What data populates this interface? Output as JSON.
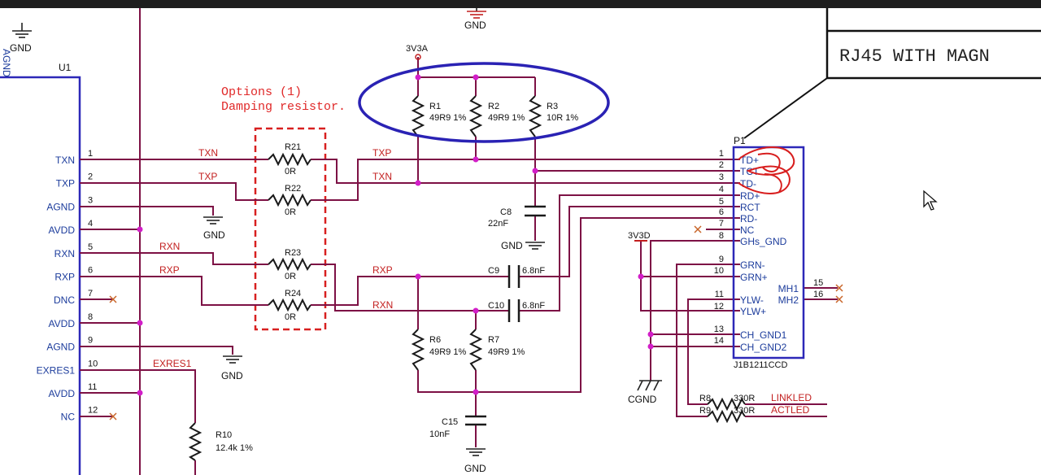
{
  "title_block": {
    "title": "RJ45 WITH MAGN"
  },
  "annotation": {
    "line1": "Options (1)",
    "line2": "Damping resistor."
  },
  "u1": {
    "ref": "U1",
    "side_label": "AGND",
    "pins": [
      {
        "num": "1",
        "name": "TXN"
      },
      {
        "num": "2",
        "name": "TXP"
      },
      {
        "num": "3",
        "name": "AGND"
      },
      {
        "num": "4",
        "name": "AVDD"
      },
      {
        "num": "5",
        "name": "RXN"
      },
      {
        "num": "6",
        "name": "RXP"
      },
      {
        "num": "7",
        "name": "DNC"
      },
      {
        "num": "8",
        "name": "AVDD"
      },
      {
        "num": "9",
        "name": "AGND"
      },
      {
        "num": "10",
        "name": "EXRES1"
      },
      {
        "num": "11",
        "name": "AVDD"
      },
      {
        "num": "12",
        "name": "NC"
      }
    ]
  },
  "p1": {
    "ref": "P1",
    "part": "J1B1211CCD",
    "pins": [
      {
        "num": "1",
        "name": "TD+"
      },
      {
        "num": "2",
        "name": "TCT"
      },
      {
        "num": "3",
        "name": "TD-"
      },
      {
        "num": "4",
        "name": ""
      },
      {
        "num": "5",
        "name": "RD+"
      },
      {
        "num": "6",
        "name": "RCT"
      },
      {
        "num": "7",
        "name": "RD-"
      },
      {
        "num": "8",
        "name": "NC"
      },
      {
        "num": "",
        "name": "GHs_GND"
      },
      {
        "num": "9",
        "name": "GRN-"
      },
      {
        "num": "10",
        "name": "GRN+"
      },
      {
        "num": "11",
        "name": "YLW-"
      },
      {
        "num": "12",
        "name": "YLW+"
      },
      {
        "num": "13",
        "name": "CH_GND1"
      },
      {
        "num": "14",
        "name": "CH_GND2"
      }
    ],
    "mh": [
      {
        "num": "15",
        "name": "MH1"
      },
      {
        "num": "16",
        "name": "MH2"
      }
    ]
  },
  "nets": {
    "txn": "TXN",
    "txp": "TXP",
    "rxn": "RXN",
    "rxp": "RXP",
    "exres": "EXRES1",
    "linkled": "LINKLED",
    "actled": "ACTLED"
  },
  "power": {
    "v3a": "3V3A",
    "v3d": "3V3D",
    "gnd": "GND",
    "cgnd": "CGND"
  },
  "components": {
    "r1": {
      "ref": "R1",
      "val": "49R9 1%"
    },
    "r2": {
      "ref": "R2",
      "val": "49R9 1%"
    },
    "r3": {
      "ref": "R3",
      "val": "10R 1%"
    },
    "r21": {
      "ref": "R21",
      "val": "0R"
    },
    "r22": {
      "ref": "R22",
      "val": "0R"
    },
    "r23": {
      "ref": "R23",
      "val": "0R"
    },
    "r24": {
      "ref": "R24",
      "val": "0R"
    },
    "r6": {
      "ref": "R6",
      "val": "49R9 1%"
    },
    "r7": {
      "ref": "R7",
      "val": "49R9 1%"
    },
    "r8": {
      "ref": "R8",
      "val": "330R"
    },
    "r9": {
      "ref": "R9",
      "val": "330R"
    },
    "r10": {
      "ref": "R10",
      "val": "12.4k 1%"
    },
    "c8": {
      "ref": "C8",
      "val": "22nF"
    },
    "c9": {
      "ref": "C9",
      "val": "6.8nF"
    },
    "c10": {
      "ref": "C10",
      "val": "6.8nF"
    },
    "c15": {
      "ref": "C15",
      "val": "10nF"
    }
  },
  "colors": {
    "wire": "#7d1145",
    "box": "#2d28b8",
    "net_label": "#c21e1e",
    "highlight_oval": "#2a22b4",
    "annotation": "#e02828",
    "junction": "#d21ec8"
  }
}
